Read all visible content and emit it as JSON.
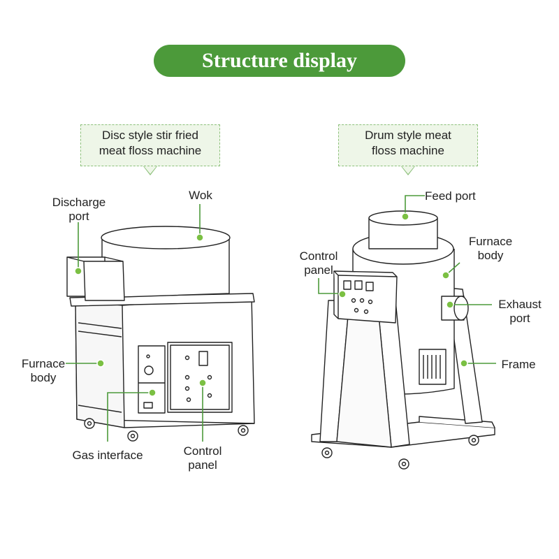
{
  "title": "Structure display",
  "colors": {
    "accent": "#4c9a3a",
    "callout_bg": "#eef6e8",
    "callout_border": "#8cc07a",
    "dot": "#7bc043"
  },
  "left_machine": {
    "caption_line1": "Disc style stir fried",
    "caption_line2": "meat floss machine",
    "labels": {
      "discharge_line1": "Discharge",
      "discharge_line2": "port",
      "wok": "Wok",
      "furnace_line1": "Furnace",
      "furnace_line2": "body",
      "gas_interface": "Gas interface",
      "control_line1": "Control",
      "control_line2": "panel"
    }
  },
  "right_machine": {
    "caption_line1": "Drum style meat",
    "caption_line2": "floss machine",
    "labels": {
      "feed_port": "Feed port",
      "control_line1": "Control",
      "control_line2": "panel",
      "furnace_line1": "Furnace",
      "furnace_line2": "body",
      "exhaust_line1": "Exhaust",
      "exhaust_line2": "port",
      "frame": "Frame"
    }
  }
}
